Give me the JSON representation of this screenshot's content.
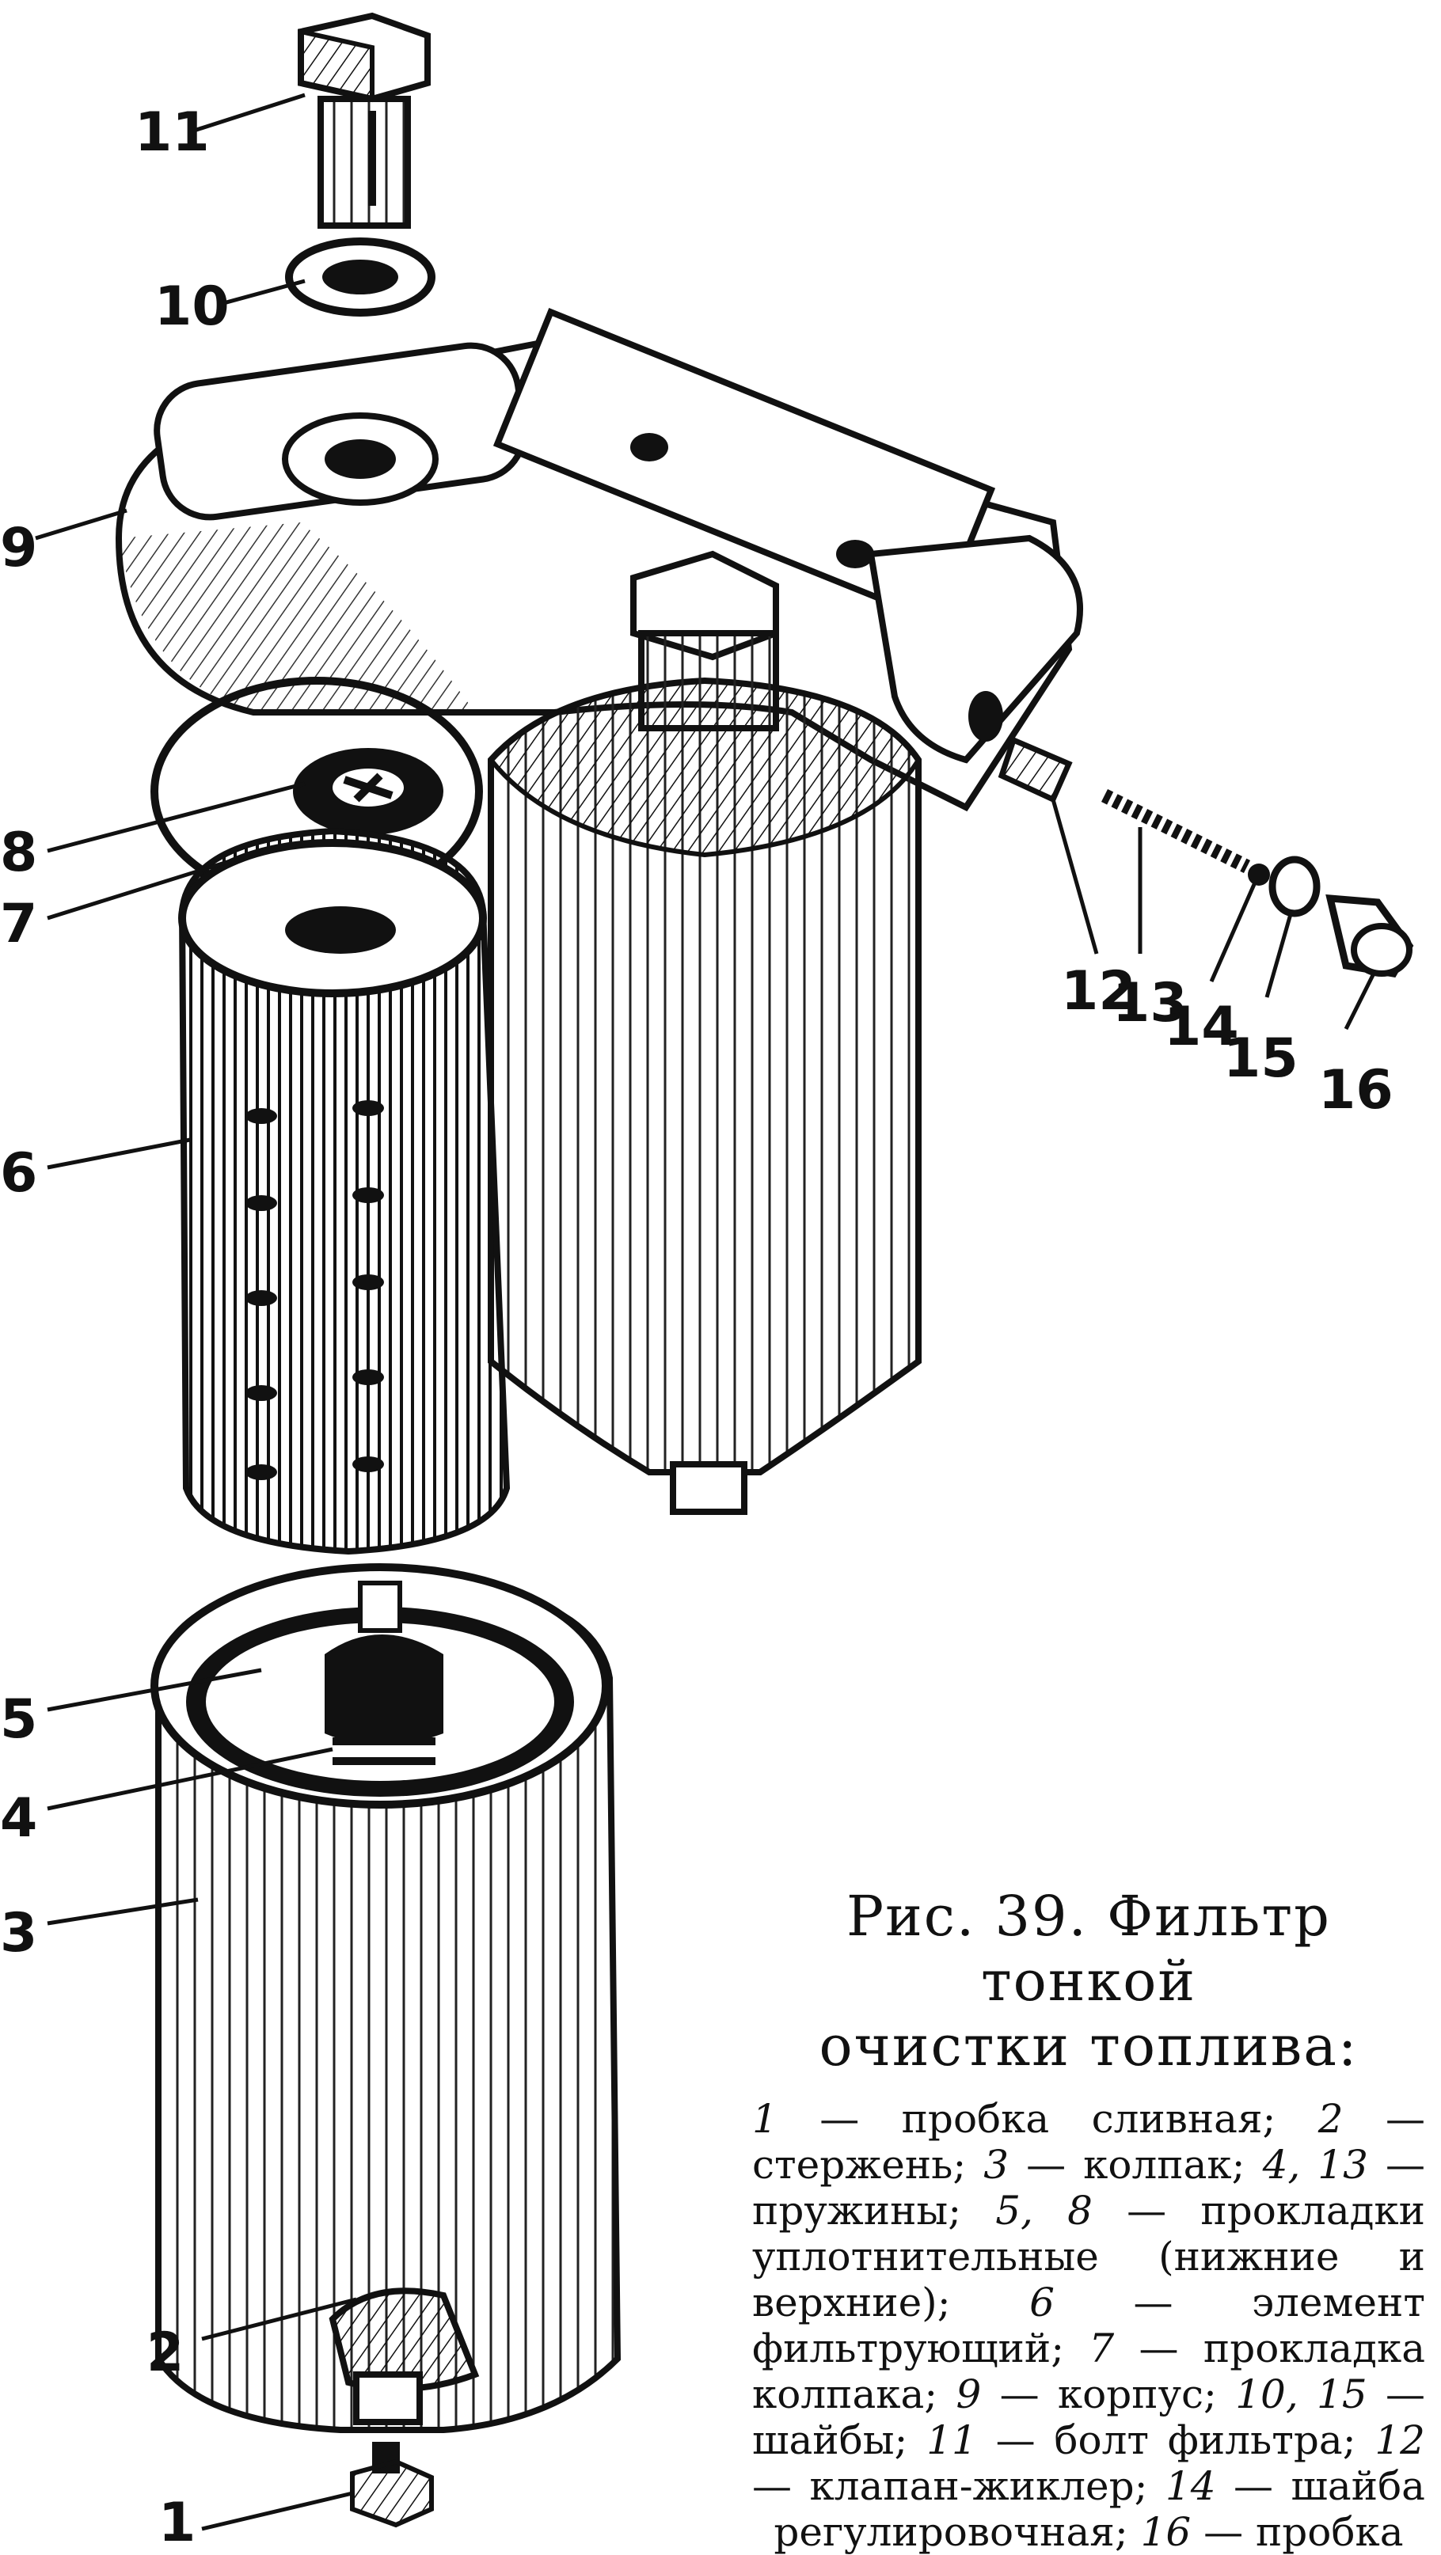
{
  "figure": {
    "title_line1": "Рис. 39. Фильтр тонкой",
    "title_line2": "очистки топлива:"
  },
  "legend": [
    {
      "num": "1",
      "text": " — пробка сливная; "
    },
    {
      "num": "2",
      "text": " — стержень; "
    },
    {
      "num": "3",
      "text": " — колпак; "
    },
    {
      "num": "4, 13",
      "text": " — пружины; "
    },
    {
      "num": "5, 8",
      "text": " — прокладки уплотнительные (нижние и верхние); "
    },
    {
      "num": "6",
      "text": " — элемент фильтрующий; "
    },
    {
      "num": "7",
      "text": " — прокладка колпака; "
    },
    {
      "num": "9",
      "text": " — корпус; "
    },
    {
      "num": "10, 15",
      "text": " — шайбы; "
    },
    {
      "num": "11",
      "text": " — болт фильтра; "
    },
    {
      "num": "12",
      "text": " — клапан-жиклер; "
    },
    {
      "num": "14",
      "text": " — шайба регулировочная; "
    },
    {
      "num": "16",
      "text": " — пробка"
    }
  ],
  "callouts": [
    "11",
    "10",
    "9",
    "8",
    "7",
    "6",
    "5",
    "4",
    "3",
    "2",
    "1",
    "12",
    "13",
    "14",
    "15",
    "16"
  ]
}
